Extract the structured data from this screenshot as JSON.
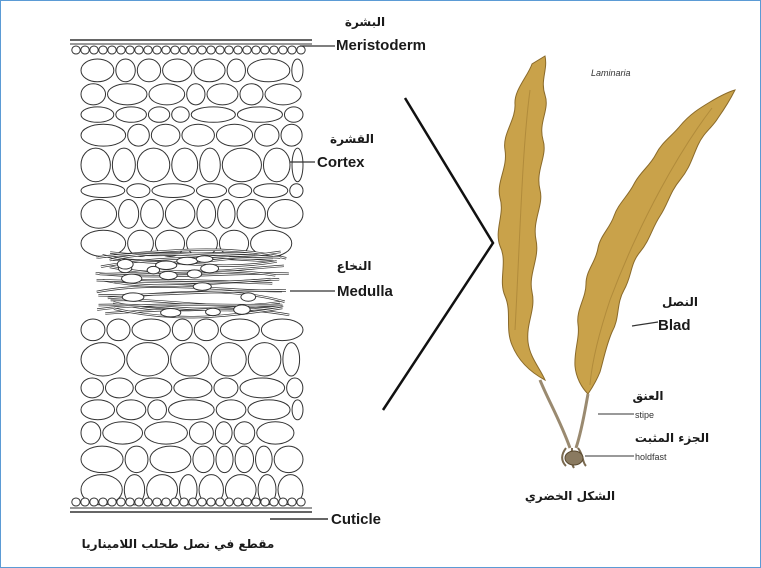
{
  "cross_section": {
    "caption": "مقطع في نصل طحلب اللاميناريا",
    "labels": [
      {
        "id": "meristoderm",
        "ar": "البشرة",
        "en": "Meristoderm"
      },
      {
        "id": "cortex",
        "ar": "القشرة",
        "en": "Cortex"
      },
      {
        "id": "medulla",
        "ar": "النخاع",
        "en": "Medulla"
      },
      {
        "id": "cuticle",
        "ar": "",
        "en": "Cuticle"
      }
    ]
  },
  "plant": {
    "species_label": "Laminaria",
    "caption": "الشكل الخضري",
    "labels": [
      {
        "id": "blade",
        "ar": "النصل",
        "en": "Blad"
      },
      {
        "id": "stipe",
        "ar": "العنق",
        "en": "stipe"
      },
      {
        "id": "holdfast",
        "ar": "الجزء المثبت",
        "en": "holdfast"
      }
    ]
  },
  "colors": {
    "frame": "#5b9bd5",
    "kelp_fill": "#c9a24a",
    "kelp_dark": "#8a6a2a",
    "stipe": "#9a8a70",
    "cell_stroke": "#333333"
  }
}
